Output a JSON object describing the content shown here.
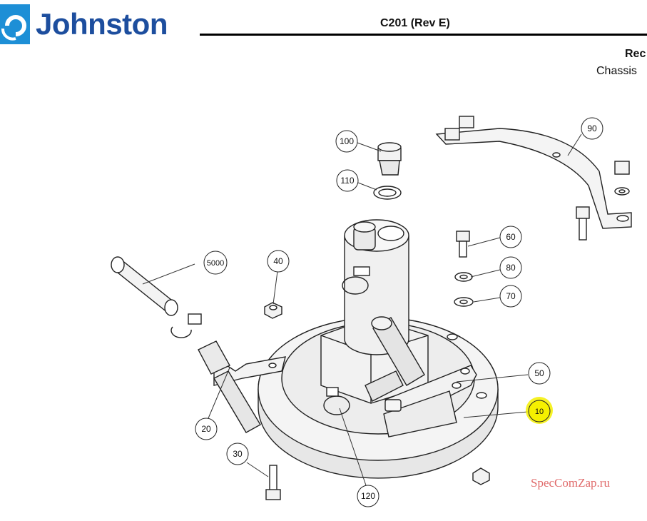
{
  "header": {
    "brand": "Johnston",
    "doc_code": "C201 (Rev E)",
    "title_line1": "Rec",
    "title_line2": "Chassis"
  },
  "callouts": [
    "100",
    "110",
    "90",
    "60",
    "80",
    "70",
    "5000",
    "40",
    "50",
    "10",
    "20",
    "30",
    "120"
  ],
  "highlight_color": "#f5f000",
  "brand_color": "#1d4e9e",
  "watermark": "SpecComZap.ru"
}
